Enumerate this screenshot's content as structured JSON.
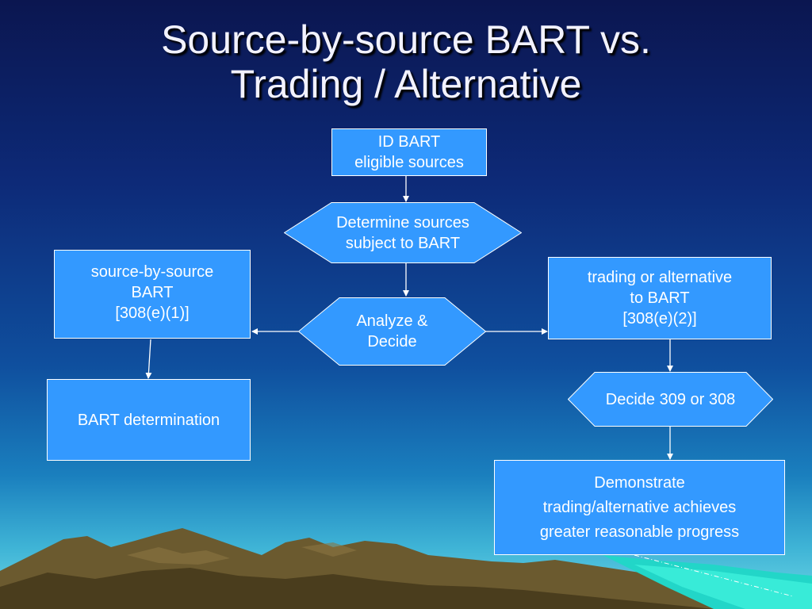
{
  "slide": {
    "title_line1": "Source-by-source BART vs.",
    "title_line2": "Trading / Alternative"
  },
  "flow": {
    "id_bart": {
      "line1": "ID BART",
      "line2": "eligible sources"
    },
    "determine": {
      "line1": "Determine sources",
      "line2": "subject to BART"
    },
    "analyze": {
      "line1": "Analyze &",
      "line2": "Decide"
    },
    "source_by_source": {
      "line1": "source-by-source",
      "line2": "BART",
      "line3": "[308(e)(1)]"
    },
    "trading": {
      "line1": "trading or alternative",
      "line2": "to BART",
      "line3": "[308(e)(2)]"
    },
    "bart_determination": {
      "line1": "BART determination"
    },
    "decide_309": {
      "line1": "Decide 309 or 308"
    },
    "demonstrate": {
      "line1": "Demonstrate",
      "line2": "trading/alternative achieves",
      "line3": "greater reasonable progress"
    }
  },
  "colors": {
    "box_fill": "#3399ff",
    "border": "#ffffff",
    "text": "#ffffff"
  }
}
